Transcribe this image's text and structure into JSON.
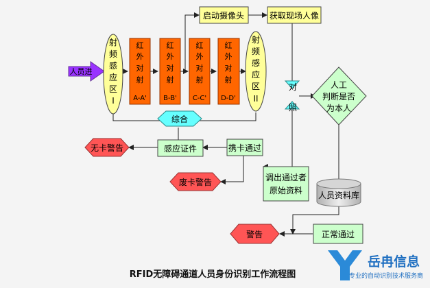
{
  "diagram": {
    "title": "RFID无障碍通道人员身份识别工作流程图",
    "nodes": {
      "entry": "人员进",
      "zone1": [
        "射",
        "频",
        "感",
        "应",
        "区",
        "I"
      ],
      "beam_a": [
        "红",
        "外",
        "对",
        "射",
        "A-A'"
      ],
      "beam_b": [
        "红",
        "外",
        "对",
        "射",
        "B-B'"
      ],
      "beam_c": [
        "红",
        "外",
        "对",
        "射",
        "C-C'"
      ],
      "beam_d": [
        "红",
        "外",
        "对",
        "射",
        "D-D'"
      ],
      "zone2": [
        "射",
        "频",
        "感",
        "应",
        "区",
        "II"
      ],
      "start_camera": "启动摄像头",
      "capture_image": "获取现场人像",
      "compare_top": "对",
      "compare_bottom": "照",
      "manual_check": [
        "人工",
        "判断是否",
        "为本人"
      ],
      "combine": "综合",
      "sense_card": "感应证件",
      "no_card_alarm": "无卡警告",
      "with_card": "携卡通过",
      "invalid_card_alarm": "废卡警告",
      "retrieve_data": [
        "调出通过者",
        "原始资料"
      ],
      "personnel_db": "人员资料库",
      "alarm": "警告",
      "normal_pass": "正常通过"
    }
  },
  "watermark": {
    "brand": "岳冉信息",
    "tagline": "专业的自动识别技术服务商"
  },
  "colors": {
    "orange": "#ff6600",
    "yellow": "#ffff99",
    "cyan": "#66ffff",
    "green": "#ccffcc",
    "purple": "#9933ff",
    "red": "#ff5555",
    "line": "#222222"
  }
}
